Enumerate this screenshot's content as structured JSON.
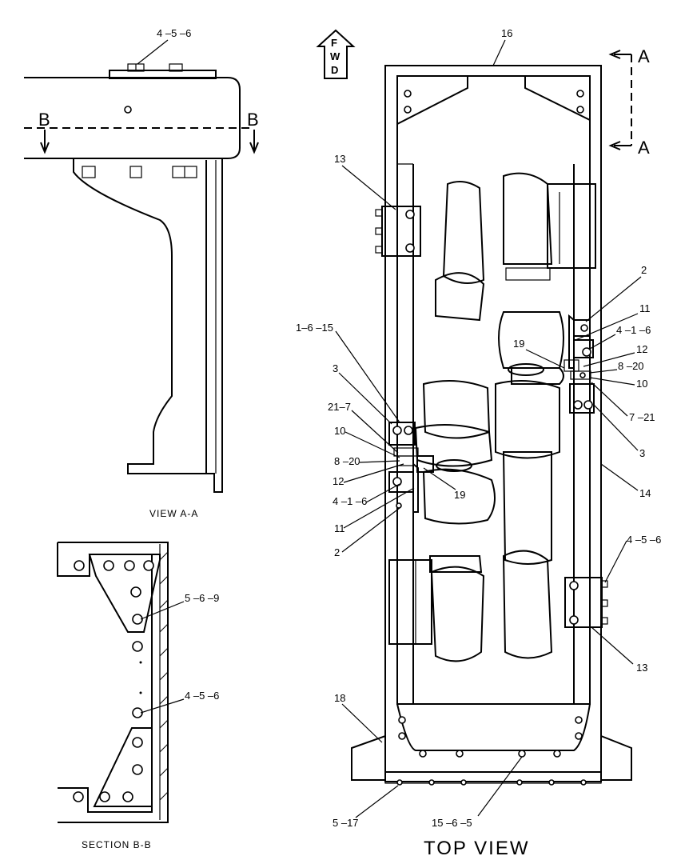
{
  "view_aa": {
    "caption": "VIEW A-A",
    "callout_top": "4 –5 –6",
    "section_mark_left": "B",
    "section_mark_right": "B"
  },
  "section_bb": {
    "caption": "SECTION B-B",
    "callouts": [
      "5 –6 –9",
      "4 –5 –6"
    ]
  },
  "top_view": {
    "caption": "TOP VIEW",
    "fwd_letters": [
      "F",
      "W",
      "D"
    ],
    "view_arrow_labels": [
      "A",
      "A"
    ],
    "callouts": {
      "c16": "16",
      "c13_top": "13",
      "c2_right": "2",
      "c11_right": "11",
      "c4_1_6_right": "4 –1 –6",
      "c12_right": "12",
      "c19_right": "19",
      "c8_20_right": "8 –20",
      "c10_right": "10",
      "c7_21": "7 –21",
      "c3_right": "3",
      "c14": "14",
      "c4_5_6": "4 –5 –6",
      "c13_bottom": "13",
      "c1_6_15": "1–6 –15",
      "c3_left": "3",
      "c21_7": "21–7",
      "c10_left": "10",
      "c8_20_left": "8 –20",
      "c12_left": "12",
      "c4_1_6_left": "4 –1 –6",
      "c11_left": "11",
      "c2_left": "2",
      "c19_left": "19",
      "c18": "18",
      "c5_17": "5 –17",
      "c15_6_5": "15 –6 –5"
    }
  }
}
